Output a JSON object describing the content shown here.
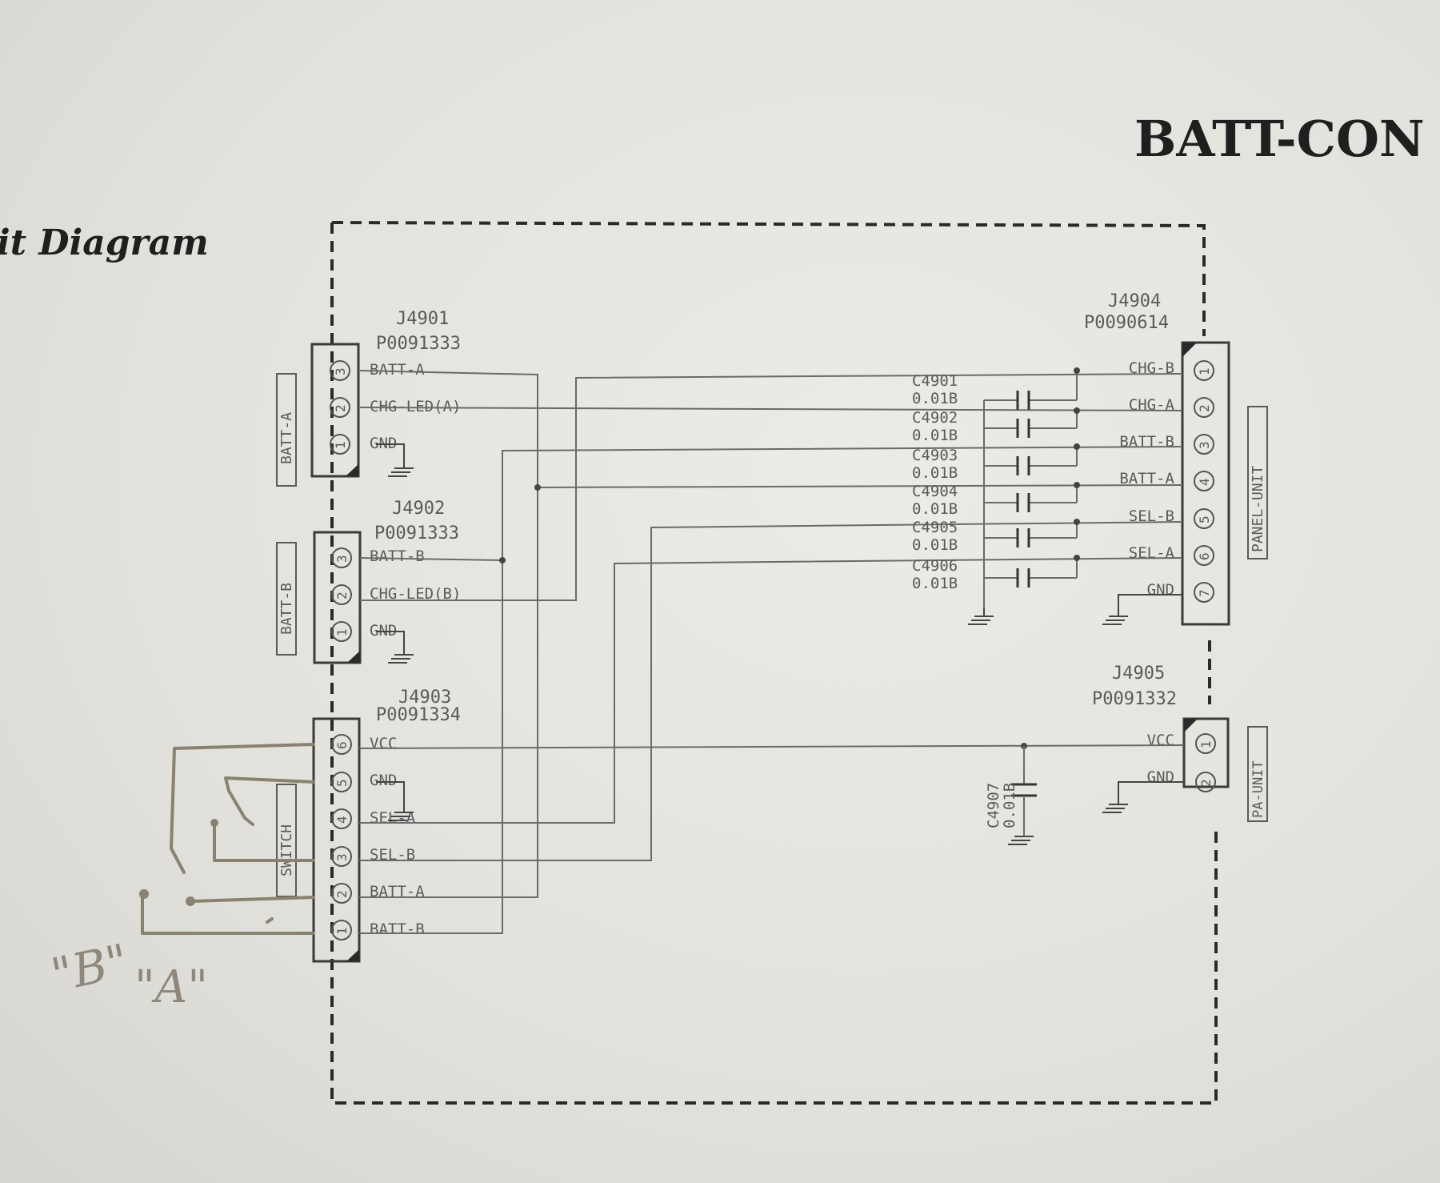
{
  "page_title": "BATT-CON",
  "section_title": "it Diagram",
  "connectors": {
    "j4901": {
      "ref": "J4901",
      "part": "P0091333",
      "side_label": "BATT-A",
      "pins": [
        {
          "num": "3",
          "signal": "BATT-A"
        },
        {
          "num": "2",
          "signal": "CHG-LED(A)"
        },
        {
          "num": "1",
          "signal": "GND"
        }
      ]
    },
    "j4902": {
      "ref": "J4902",
      "part": "P0091333",
      "side_label": "BATT-B",
      "pins": [
        {
          "num": "3",
          "signal": "BATT-B"
        },
        {
          "num": "2",
          "signal": "CHG-LED(B)"
        },
        {
          "num": "1",
          "signal": "GND"
        }
      ]
    },
    "j4903": {
      "ref": "J4903",
      "part": "P0091334",
      "side_label": "SWITCH",
      "pins": [
        {
          "num": "6",
          "signal": "VCC"
        },
        {
          "num": "5",
          "signal": "GND"
        },
        {
          "num": "4",
          "signal": "SEL-A"
        },
        {
          "num": "3",
          "signal": "SEL-B"
        },
        {
          "num": "2",
          "signal": "BATT-A"
        },
        {
          "num": "1",
          "signal": "BATT-B"
        }
      ]
    },
    "j4904": {
      "ref": "J4904",
      "part": "P0090614",
      "side_label": "PANEL-UNIT",
      "pins": [
        {
          "num": "1",
          "signal": "CHG-B"
        },
        {
          "num": "2",
          "signal": "CHG-A"
        },
        {
          "num": "3",
          "signal": "BATT-B"
        },
        {
          "num": "4",
          "signal": "BATT-A"
        },
        {
          "num": "5",
          "signal": "SEL-B"
        },
        {
          "num": "6",
          "signal": "SEL-A"
        },
        {
          "num": "7",
          "signal": "GND"
        }
      ]
    },
    "j4905": {
      "ref": "J4905",
      "part": "P0091332",
      "side_label": "PA-UNIT",
      "pins": [
        {
          "num": "1",
          "signal": "VCC"
        },
        {
          "num": "2",
          "signal": "GND"
        }
      ]
    }
  },
  "capacitors": [
    {
      "ref": "C4901",
      "value": "0.01B"
    },
    {
      "ref": "C4902",
      "value": "0.01B"
    },
    {
      "ref": "C4903",
      "value": "0.01B"
    },
    {
      "ref": "C4904",
      "value": "0.01B"
    },
    {
      "ref": "C4905",
      "value": "0.01B"
    },
    {
      "ref": "C4906",
      "value": "0.01B"
    },
    {
      "ref": "C4907",
      "value": "0.01B"
    }
  ],
  "handwritten": {
    "mark_b": "\"B\"",
    "mark_a": "\"A\""
  }
}
